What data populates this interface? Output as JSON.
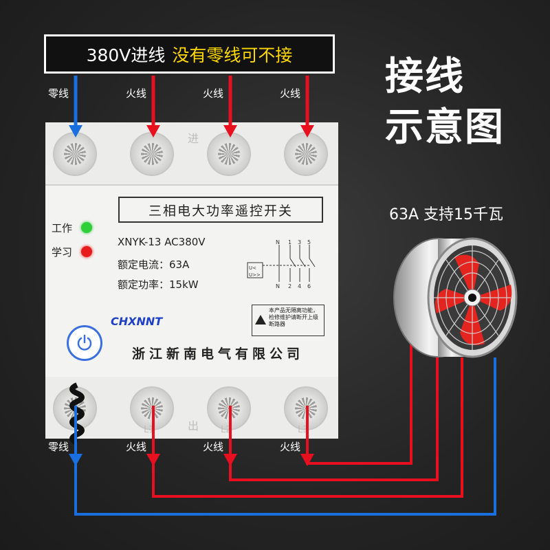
{
  "banner": {
    "part1": "380V进线",
    "part2": "没有零线可不接"
  },
  "title": {
    "line1": "接线",
    "line2": "示意图"
  },
  "fan_spec": "63A 支持15千瓦",
  "wire_labels": {
    "neutral": "零线",
    "live": "火线"
  },
  "device": {
    "in_label": "进",
    "out_label": "出",
    "name": "三相电大功率遥控开关",
    "indicators": {
      "work": "工作",
      "learn": "学习"
    },
    "model": "XNYK-13  AC380V",
    "rated_current": "额定电流：63A",
    "rated_power": "额定功率：15kW",
    "brand": "CHXNNT",
    "warning": "本产品无隔离功能，检修维护请断开上级断路器",
    "company": "浙江新南电气有限公司",
    "terminal_bottom": [
      "L1",
      "L2",
      "L3"
    ],
    "diagram_top": [
      "N",
      "1",
      "3",
      "5"
    ],
    "diagram_bottom": [
      "N",
      "2",
      "4",
      "6"
    ],
    "diagram_left": [
      "U<",
      "U>>"
    ]
  },
  "colors": {
    "live_wire": "#e8101e",
    "neutral_wire": "#1a6fe0",
    "work_led": "#2fcf3a",
    "learn_led": "#e81c1c"
  }
}
